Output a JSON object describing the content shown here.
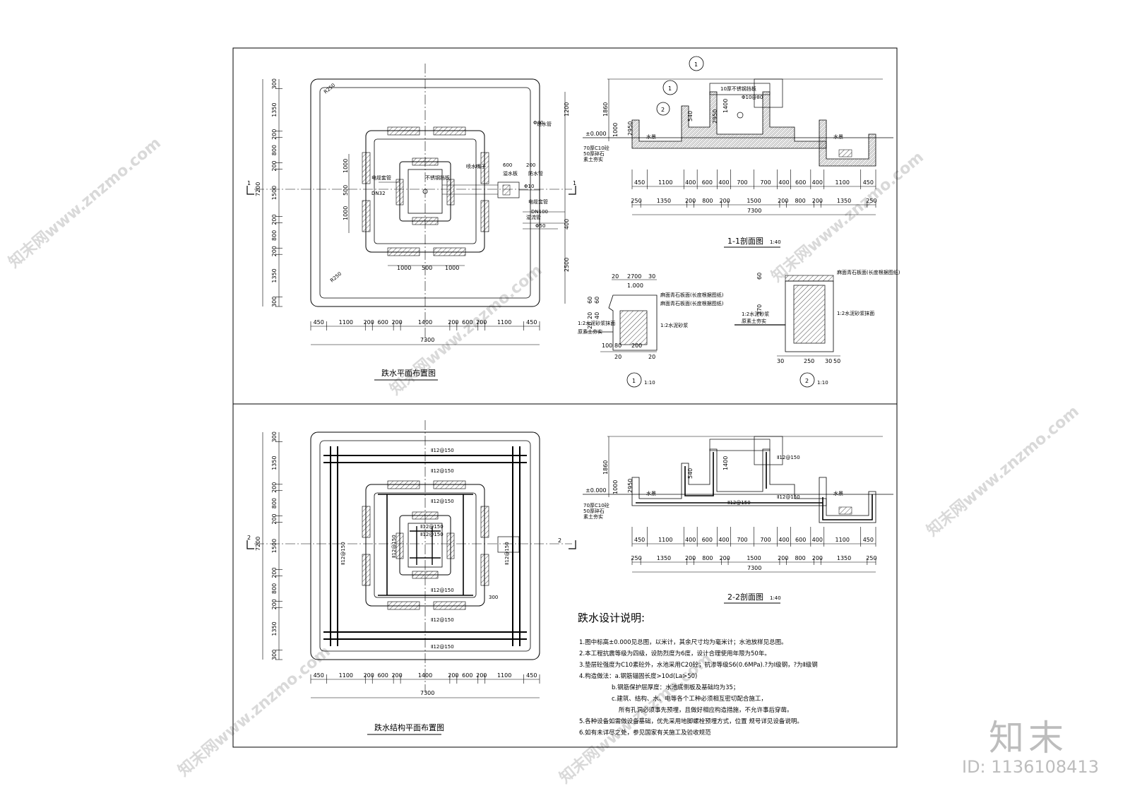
{
  "titles": {
    "plan": "跌水平面布置图",
    "struct": "跌水结构平面布置图",
    "sec1": "1-1剖面图",
    "sec1_scale": "1:40",
    "sec2": "2-2剖面图",
    "sec2_scale": "1:40",
    "det1_mark": "1",
    "det1_scale": "1:10",
    "det2_mark": "2",
    "det2_scale": "1:10"
  },
  "plan_dims": {
    "bottom": [
      "450",
      "1100",
      "200",
      "600",
      "200",
      "1400",
      "200",
      "600",
      "200",
      "1100",
      "450"
    ],
    "total": "7300",
    "left": [
      "300",
      "1350",
      "200",
      "800",
      "200",
      "1500",
      "200",
      "800",
      "200",
      "1350",
      "300"
    ],
    "left_total": "7200",
    "lower": [
      "1000",
      "500",
      "1000"
    ],
    "inner_v": [
      "1000",
      "500",
      "1000"
    ],
    "radius": "R250",
    "right_v": [
      "1200",
      "400",
      "2500"
    ],
    "small": [
      "600",
      "200"
    ]
  },
  "plan_labels": {
    "cut_mark": "1",
    "dn32": "DN32",
    "pipe_elec": "电缆套管",
    "fountain": "喷水嘴子",
    "steel_plate": "不锈钢挡板",
    "overflow_plate": "溢水板",
    "inlet": "进水管",
    "overflow_pipe": "防水管",
    "cable": "电缆套管",
    "drain": "溢流管",
    "dn100": "DN100",
    "phi10": "Φ10",
    "phi50": "Φ50",
    "cap": "Φ40"
  },
  "struct_labels": {
    "cut_mark": "2",
    "rebar": "Ⅱ12@150",
    "d300": "300"
  },
  "section_dims": {
    "top_row": [
      "450",
      "1100",
      "400",
      "600",
      "400",
      "700",
      "700",
      "400",
      "600",
      "400",
      "1100",
      "450"
    ],
    "mid_row": [
      "250",
      "1350",
      "200",
      "800",
      "200",
      "1500",
      "200",
      "800",
      "200",
      "1350",
      "250"
    ],
    "total": "7300",
    "h1": "1860",
    "h2": "1000",
    "h3": "540",
    "h4": "2950",
    "h5": "1400",
    "h6": "2950",
    "elev": "±0.000",
    "water": "水景"
  },
  "section_labels": {
    "concrete": "70厚C10砼",
    "gravel": "50厚碎石",
    "soil": "素土夯实",
    "steel": "10厚不锈钢挡板",
    "phi": "Φ10@80",
    "rebar2": "Ⅱ12@150"
  },
  "detail_dims": {
    "d1_top": [
      "20",
      "2700",
      "30"
    ],
    "d1_1000": "1.000",
    "d1_bot": [
      "100",
      "80",
      "200"
    ],
    "d1_bot2": [
      "20",
      "20"
    ],
    "d1_left": [
      "60",
      "60",
      "20",
      "40",
      "20"
    ],
    "d2_top": "60",
    "d2_mid": "370",
    "d2_bot": [
      "30",
      "250",
      "30",
      "50"
    ]
  },
  "detail_labels": {
    "a": "麻面青石板面(长度根据图纸)",
    "b": "麻面青石板面(长度根据图纸)",
    "c": "1:2水泥砂浆",
    "d": "1:2水泥砂浆抹面",
    "e": "原素土夯实",
    "f": "麻面青石板面(长度根据图纸)",
    "g": "1:2水泥砂浆抹面",
    "h": "1:2水泥砂浆",
    "i": "原素土夯实"
  },
  "notes": {
    "heading": "跌水设计说明:",
    "lines": [
      "1.图中标高±0.000见总图，以米计，其余尺寸均为毫米计；水池放样见总图。",
      "2.本工程抗震等级为四级，设防烈度为6度，设计合理使用年限为50年。",
      "3.垫层砼强度为C10素砼外，水池采用C20砼；抗渗等级S6(0.6MPa).?为Ⅰ级钢，?为Ⅱ级钢",
      "4.构造做法：a.钢筋锚固长度>10d(La>50)",
      "b.钢筋保护层厚度：水池底侧板及基础均为35；",
      "c.建筑、结构、水、电等各个工种必须相互密切配合施工，",
      "所有孔洞必须事先预埋，且做好相应构造措施，不允许事后穿凿。",
      "5.各种设备如需做设备基础，优先采用地脚螺栓预埋方式，位置 规号详见设备说明。",
      "6.如有未详尽之处，参见国家有关施工及验收规范"
    ]
  },
  "watermark": {
    "site": "知末网www.znzmo.com",
    "brand": "知末",
    "id": "ID: 1136108413"
  }
}
